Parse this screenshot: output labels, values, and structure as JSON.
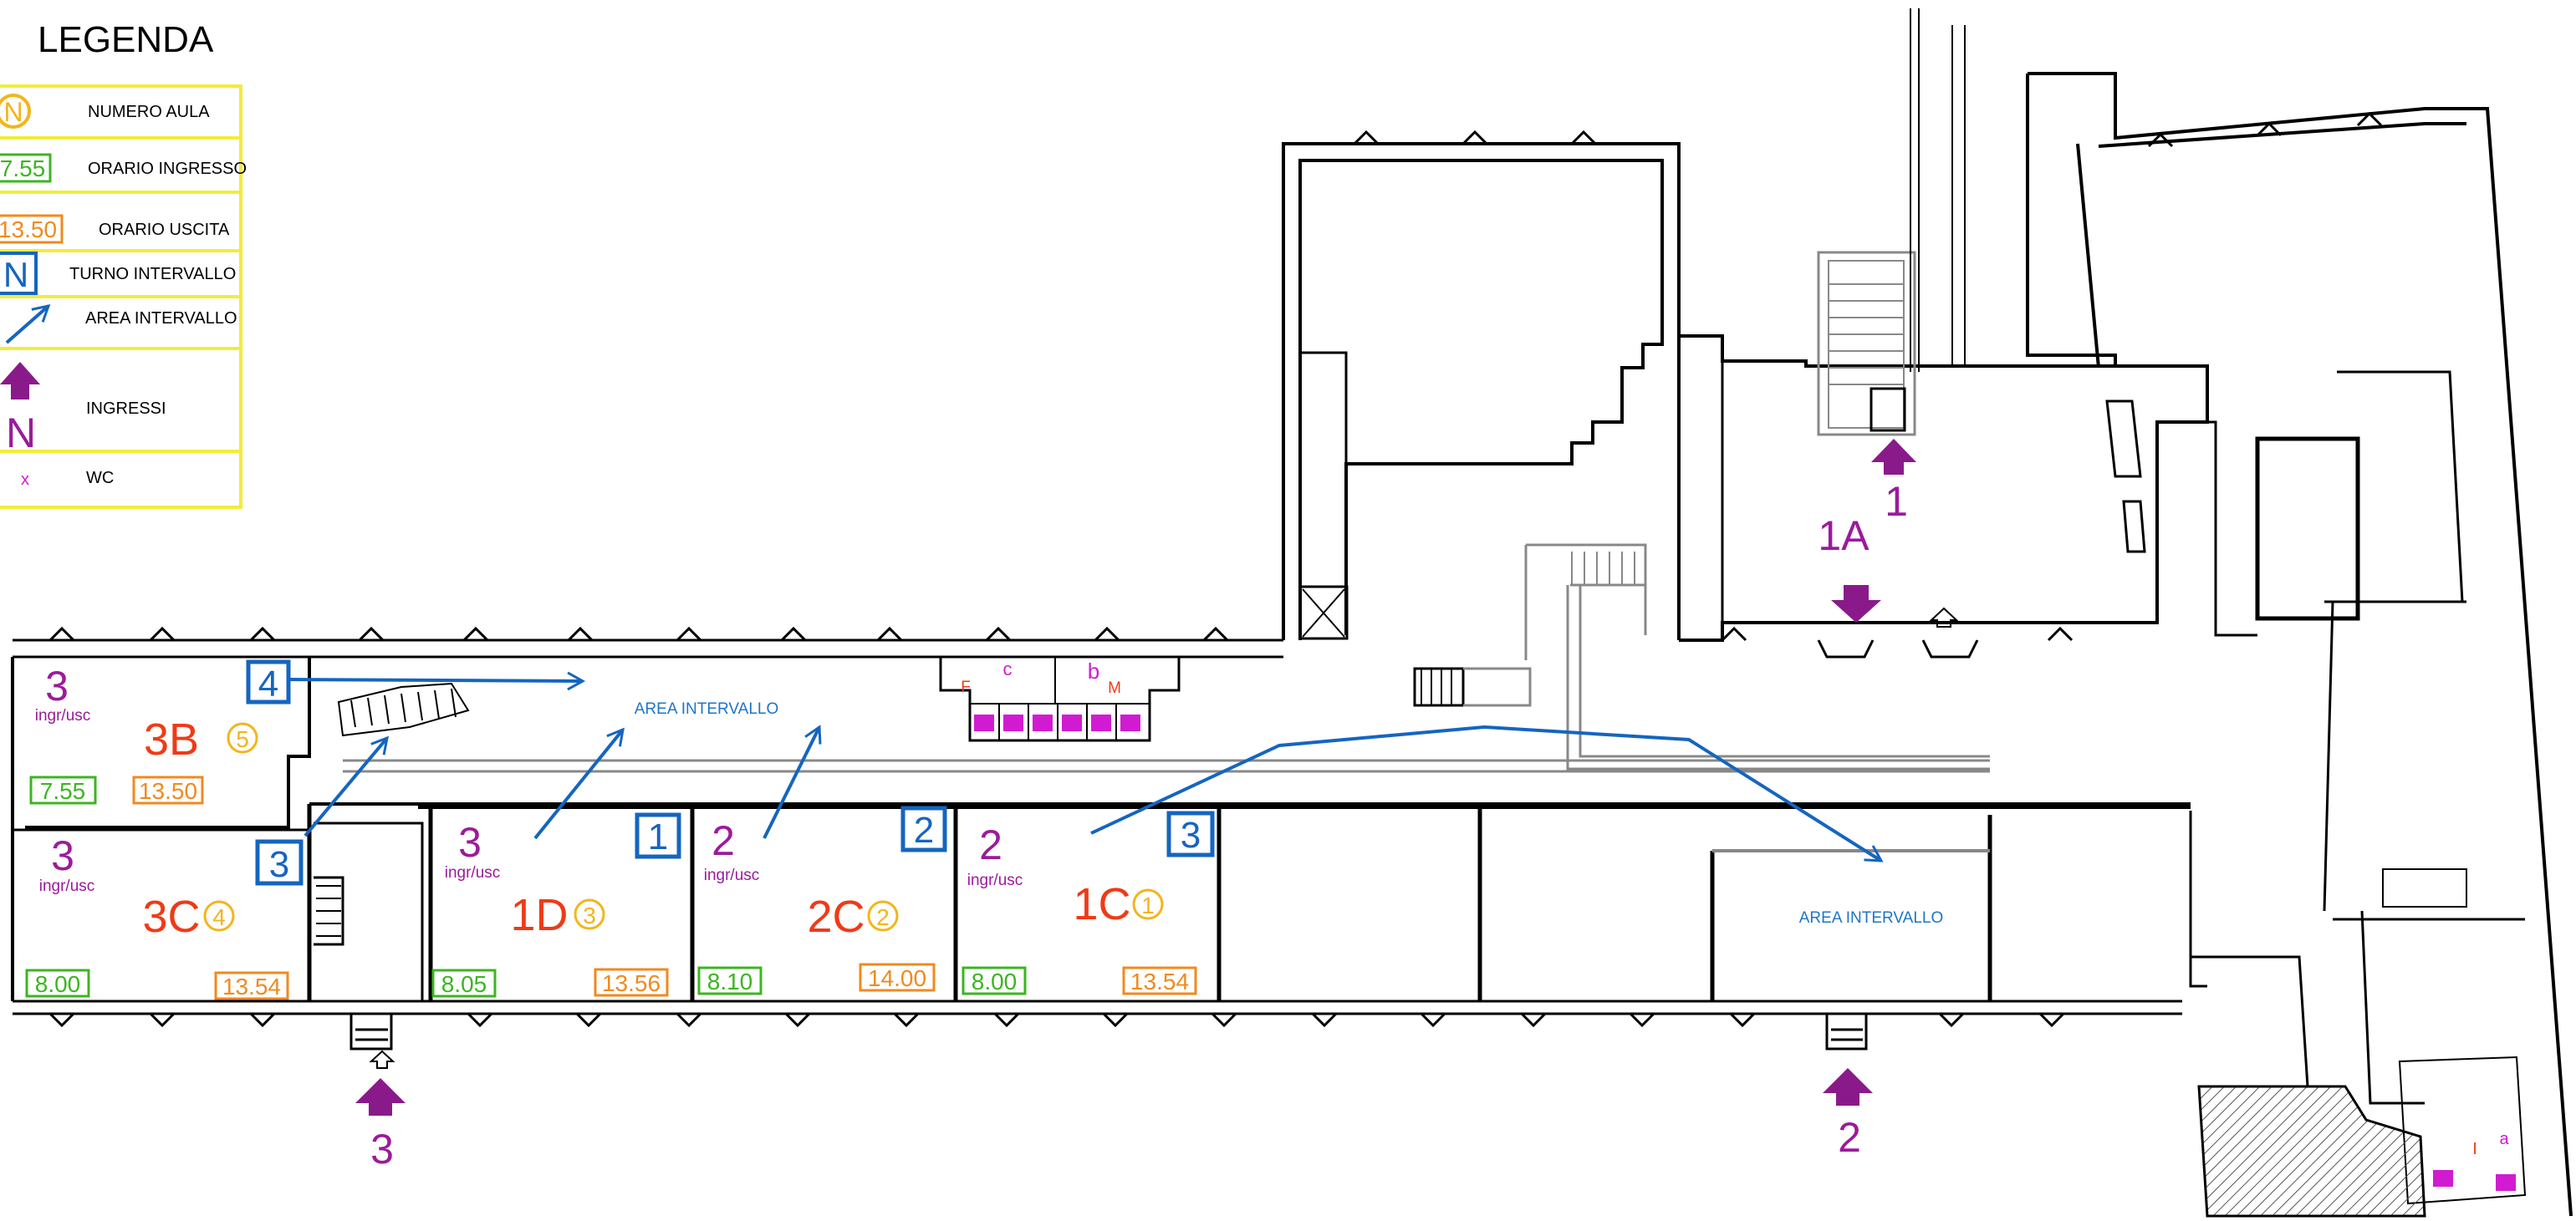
{
  "legend": {
    "title": "LEGENDA",
    "items": [
      {
        "symbol": "N",
        "label": "NUMERO AULA"
      },
      {
        "symbol": "7.55",
        "label": "ORARIO INGRESSO"
      },
      {
        "symbol": "13.50",
        "label": "ORARIO USCITA"
      },
      {
        "symbol": "N",
        "label": "TURNO INTERVALLO"
      },
      {
        "symbol": "arrow",
        "label": "AREA INTERVALLO"
      },
      {
        "symbol": "N",
        "label": "INGRESSI"
      },
      {
        "symbol": "x",
        "label": "WC"
      }
    ]
  },
  "rooms": [
    {
      "name": "3B",
      "number": "5",
      "entrance": "3",
      "ingr_usc": "ingr/usc",
      "time_in": "7.55",
      "time_out": "13.50"
    },
    {
      "name": "3C",
      "number": "4",
      "entrance": "3",
      "ingr_usc": "ingr/usc",
      "time_in": "8.00",
      "time_out": "13.54"
    },
    {
      "name": "1D",
      "number": "3",
      "entrance": "3",
      "ingr_usc": "ingr/usc",
      "time_in": "8.05",
      "time_out": "13.56"
    },
    {
      "name": "2C",
      "number": "2",
      "entrance": "2",
      "ingr_usc": "ingr/usc",
      "time_in": "8.10",
      "time_out": "14.00"
    },
    {
      "name": "1C",
      "number": "1",
      "entrance": "2",
      "ingr_usc": "ingr/usc",
      "time_in": "8.00",
      "time_out": "13.54"
    }
  ],
  "turns": [
    "4",
    "3",
    "1",
    "2",
    "3"
  ],
  "areas": [
    "AREA INTERVALLO",
    "AREA INTERVALLO"
  ],
  "entrances": [
    "1",
    "2",
    "3"
  ],
  "zone_label": "1A",
  "wc_letters": [
    "c",
    "b",
    "F",
    "M",
    "I",
    "a"
  ],
  "colors": {
    "legend_border": "#f2ec3a",
    "room_name": "#f03a17",
    "room_number": "#f2b51c",
    "time_in": "#3cb521",
    "time_out": "#f08a1e",
    "turn": "#1565c0",
    "entrance": "#9b1b9b",
    "wall": "#000000"
  }
}
